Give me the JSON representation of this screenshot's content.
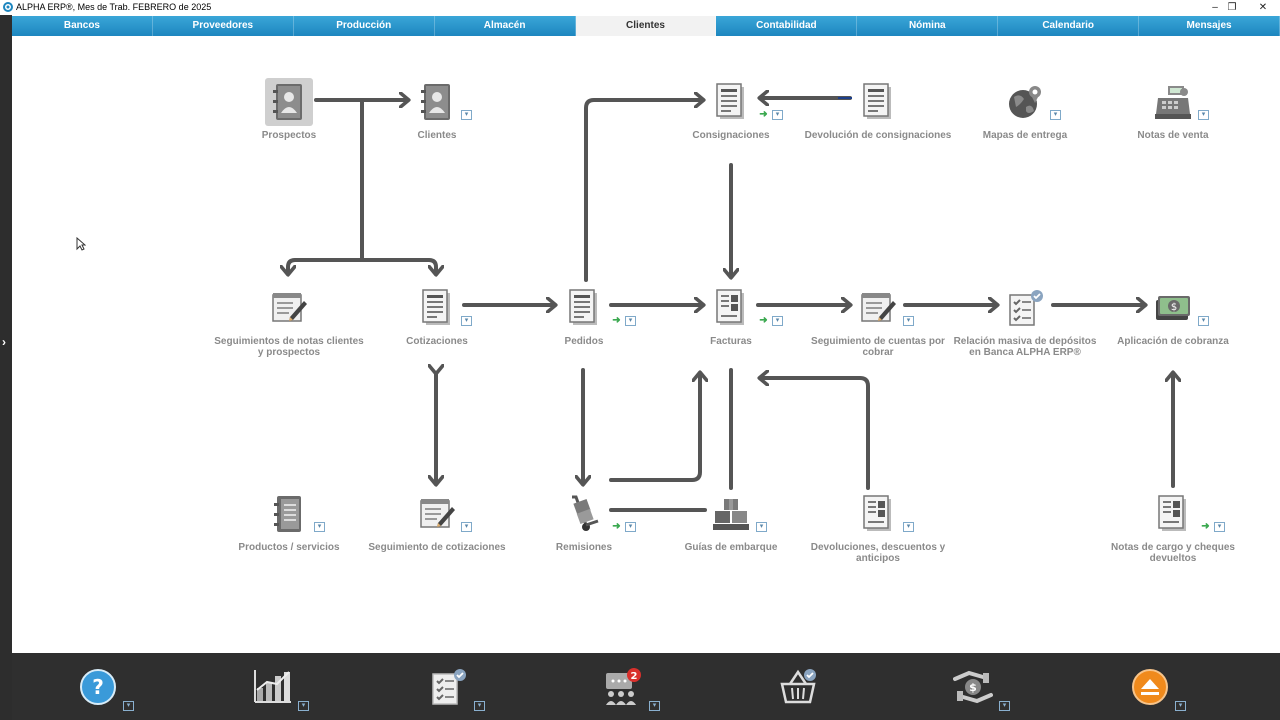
{
  "window": {
    "title": "ALPHA ERP®, Mes de Trab. FEBRERO de 2025",
    "minimize": "–",
    "maximize": "❐",
    "close": "✕"
  },
  "menu": {
    "items": [
      "Bancos",
      "Proveedores",
      "Producción",
      "Almacén",
      "Clientes",
      "Contabilidad",
      "Nómina",
      "Calendario",
      "Mensajes"
    ],
    "active": "Clientes"
  },
  "flow": {
    "prospectos": "Prospectos",
    "clientes": "Clientes",
    "consignaciones": "Consignaciones",
    "devolucion_consignaciones": "Devolución de consignaciones",
    "mapas_entrega": "Mapas de entrega",
    "notas_venta": "Notas de venta",
    "seguimientos_notas": "Seguimientos de notas clientes y prospectos",
    "cotizaciones": "Cotizaciones",
    "pedidos": "Pedidos",
    "facturas": "Facturas",
    "seguimiento_cxc": "Seguimiento de cuentas por cobrar",
    "relacion_depositos": "Relación masiva de depósitos en Banca ALPHA ERP®",
    "aplicacion_cobranza": "Aplicación de cobranza",
    "productos_servicios": "Productos / servicios",
    "seguimiento_cotizaciones": "Seguimiento de cotizaciones",
    "remisiones": "Remisiones",
    "guias_embarque": "Guías de embarque",
    "devoluciones_descuentos": "Devoluciones, descuentos y anticipos",
    "notas_cargo": "Notas de cargo y cheques devueltos"
  },
  "bottom": {
    "help_symbol": "?",
    "messages_badge": "2"
  },
  "colors": {
    "menu_blue": "#1d86bf",
    "arrow": "#555555",
    "label": "#8a8a8a",
    "bottom_bar": "#2f2f2f",
    "badge_red": "#d9302c",
    "eject_orange": "#f08a1c"
  }
}
